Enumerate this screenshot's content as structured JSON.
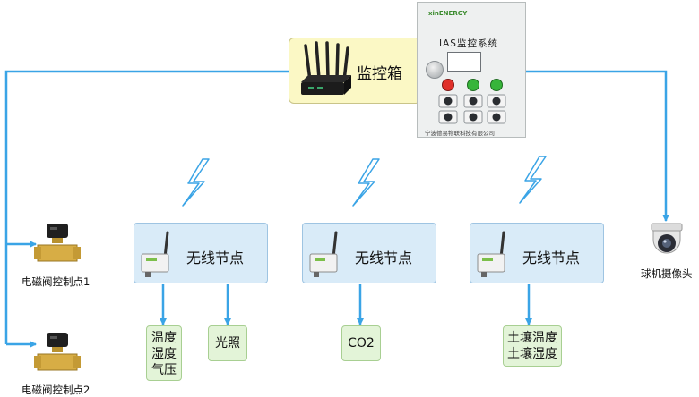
{
  "monitor_box": {
    "label": "监控箱"
  },
  "control_panel": {
    "logo": "xinENERGY",
    "title": "IAS监控系统",
    "footer": "宁波德易物联科技有限公司"
  },
  "nodes": [
    {
      "label": "无线节点",
      "sensors": [
        [
          "温度",
          "湿度",
          "气压"
        ],
        [
          "光照"
        ]
      ]
    },
    {
      "label": "无线节点",
      "sensors": [
        [
          "CO2"
        ]
      ]
    },
    {
      "label": "无线节点",
      "sensors": [
        [
          "土壤温度",
          "土壤湿度"
        ]
      ]
    }
  ],
  "valves": [
    {
      "label": "电磁阀控制点1"
    },
    {
      "label": "电磁阀控制点2"
    }
  ],
  "camera": {
    "label": "球机摄像头"
  },
  "colors": {
    "wire": "#3aa4e6",
    "node_fill": "#d9ebf8",
    "sensor_fill": "#e3f4d8",
    "monitor_fill": "#fbf8c5"
  }
}
